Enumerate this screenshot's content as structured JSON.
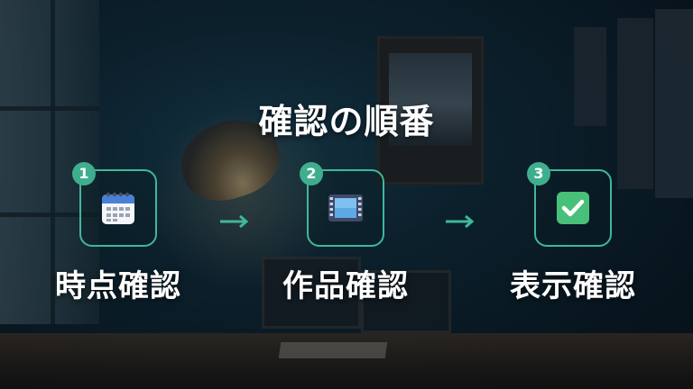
{
  "title": "確認の順番",
  "steps": [
    {
      "number": "1",
      "label": "時点確認",
      "icon": "calendar-icon"
    },
    {
      "number": "2",
      "label": "作品確認",
      "icon": "film-icon"
    },
    {
      "number": "3",
      "label": "表示確認",
      "icon": "checkmark-icon"
    }
  ],
  "colors": {
    "accent": "#3fb89a",
    "badge": "#3fae8f",
    "text": "#ffffff"
  }
}
